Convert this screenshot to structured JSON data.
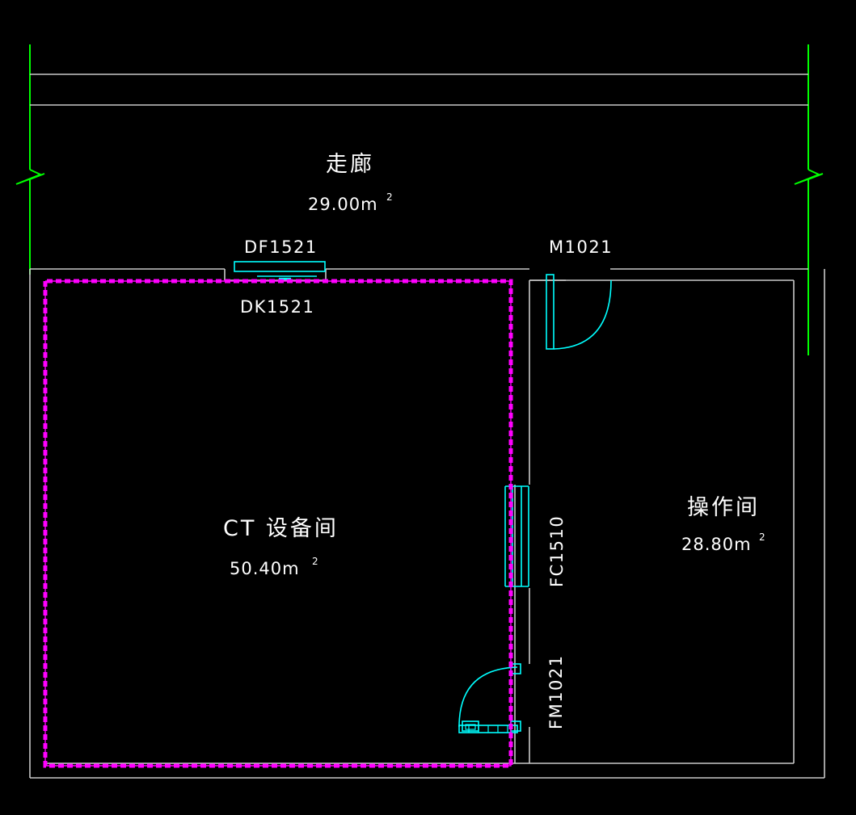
{
  "drawing": {
    "type": "architectural-floor-plan",
    "background_color": "#000000",
    "colors": {
      "wall": "#c8c8c8",
      "text": "#ffffff",
      "window_door": "#00ffff",
      "axis": "#00ff00",
      "shield_boundary": "#ff00ff"
    }
  },
  "rooms": [
    {
      "id": "corridor",
      "name": "走廊",
      "area": "29.00m",
      "area_superscript": "2"
    },
    {
      "id": "ct-equipment-room",
      "name": "CT 设备间",
      "area": "50.40m",
      "area_superscript": "2"
    },
    {
      "id": "operation-room",
      "name": "操作间",
      "area": "28.80m",
      "area_superscript": "2"
    }
  ],
  "openings": [
    {
      "id": "df1521",
      "label": "DF1521",
      "kind": "window",
      "orientation": "horizontal"
    },
    {
      "id": "dk1521",
      "label": "DK1521",
      "kind": "opening",
      "orientation": "horizontal"
    },
    {
      "id": "m1021",
      "label": "M1021",
      "kind": "door",
      "orientation": "horizontal"
    },
    {
      "id": "fc1510",
      "label": "FC1510",
      "kind": "window",
      "orientation": "vertical"
    },
    {
      "id": "fm1021",
      "label": "FM1021",
      "kind": "door",
      "orientation": "vertical"
    }
  ]
}
